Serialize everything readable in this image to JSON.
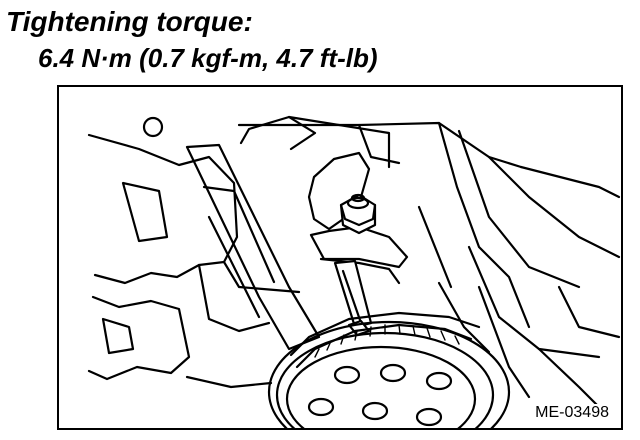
{
  "heading": "Tightening torque:",
  "torque_spec": "6.4 N·m (0.7 kgf-m, 4.7 ft-lb)",
  "figure": {
    "code": "ME-03498",
    "stroke_color": "#000000"
  }
}
